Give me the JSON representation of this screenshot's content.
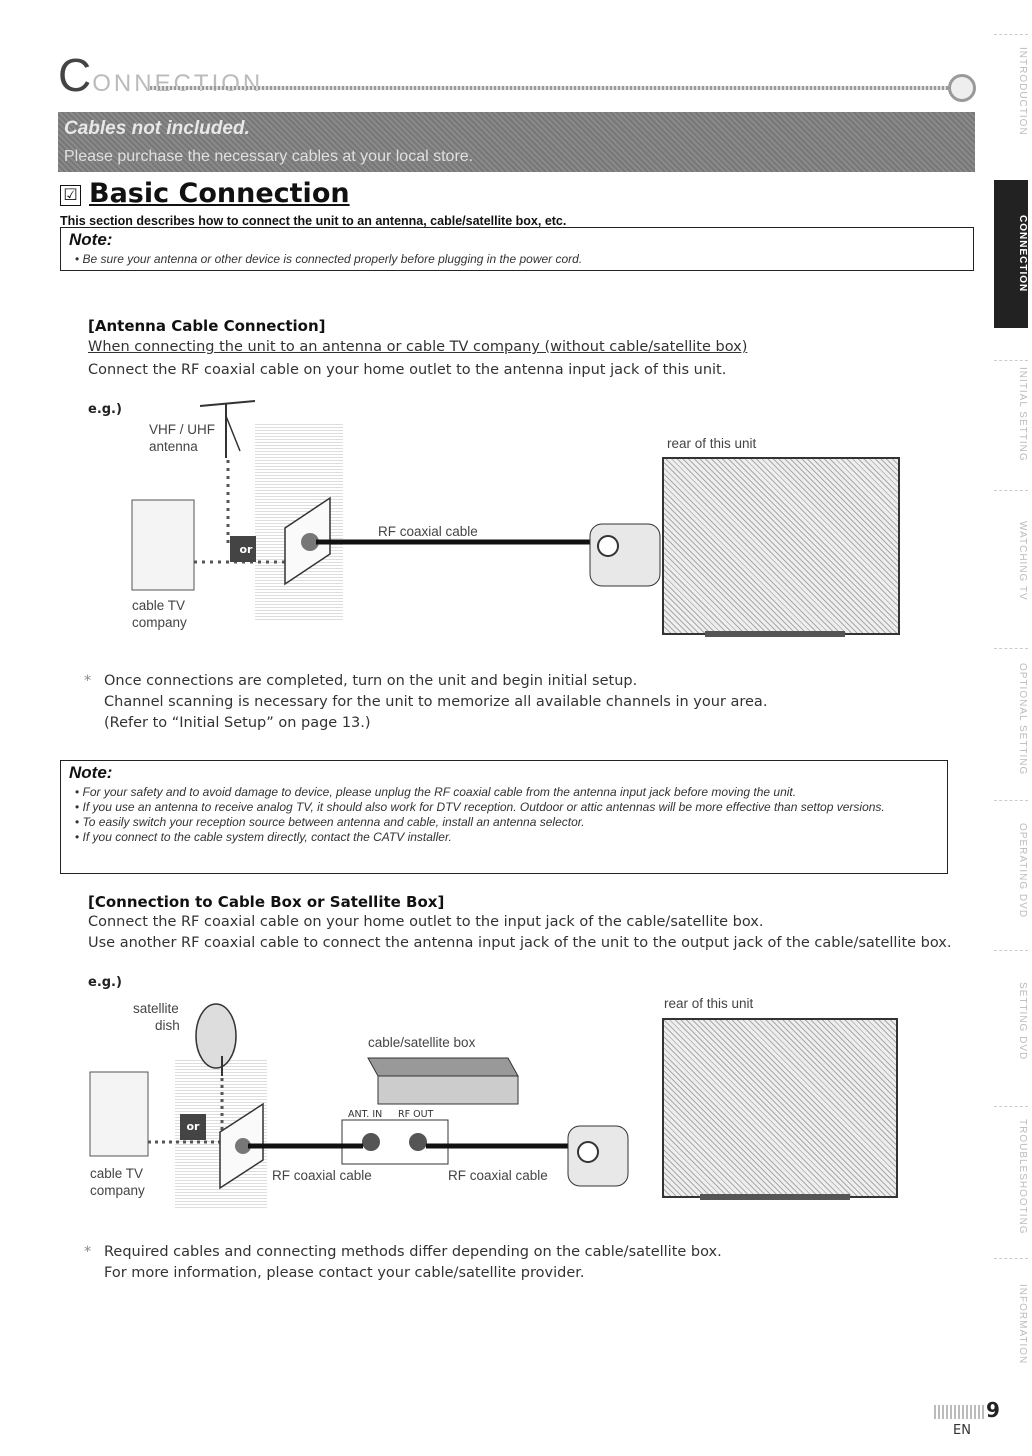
{
  "header": {
    "title_initial": "C",
    "title_rest": "ONNECTION"
  },
  "banner": {
    "line1": "Cables not included.",
    "line2": "Please purchase the necessary cables at your local store."
  },
  "section": {
    "check_glyph": "☑",
    "title": "Basic Connection",
    "description": "This section describes how to connect the unit to an antenna, cable/satellite box, etc."
  },
  "note1": {
    "title": "Note:",
    "items": [
      "Be sure your antenna or other device is connected properly before plugging in the power cord."
    ]
  },
  "antenna": {
    "heading": "[Antenna Cable Connection]",
    "subheading": "When connecting the unit to an antenna or cable TV company (without cable/satellite box)",
    "text": "Connect the RF coaxial cable on your home outlet to the antenna input jack of this unit.",
    "eg": "e.g.)",
    "labels": {
      "antenna_1": "VHF / UHF",
      "antenna_2": "antenna",
      "rear": "rear of this unit",
      "cable": "RF coaxial cable",
      "or": "or",
      "company_1": "cable TV",
      "company_2": "company"
    }
  },
  "after_antenna": {
    "asterisk": "*",
    "line1": "Once connections are completed, turn on the unit and begin initial setup.",
    "line2": "Channel scanning is necessary for the unit to memorize all available channels in your area.",
    "line3": "(Refer to “Initial Setup” on page 13.)"
  },
  "note2": {
    "title": "Note:",
    "items": [
      "For your safety and to avoid damage to device, please unplug the RF coaxial cable from the antenna input jack before moving the unit.",
      "If you use an antenna to receive analog TV, it should also work for DTV reception. Outdoor or attic antennas will be more effective than settop versions.",
      "To easily switch your reception source between antenna and cable, install an antenna selector.",
      "If you connect to the cable system directly, contact the CATV installer."
    ]
  },
  "cablebox": {
    "heading": "[Connection to Cable Box or Satellite Box]",
    "text1": "Connect the RF coaxial cable on your home outlet to the input jack of the cable/satellite box.",
    "text2": "Use another RF coaxial cable to connect the antenna input jack of the unit to the output jack of the cable/satellite box.",
    "eg": "e.g.)",
    "labels": {
      "dish_1": "satellite",
      "dish_2": "dish",
      "box": "cable/satellite box",
      "rear": "rear of this unit",
      "ant_in": "ANT. IN",
      "rf_out": "RF OUT",
      "cable_a": "RF coaxial cable",
      "cable_b": "RF coaxial cable",
      "or": "or",
      "company_1": "cable TV",
      "company_2": "company"
    }
  },
  "after_cablebox": {
    "asterisk": "*",
    "line1": "Required cables and connecting methods differ depending on the cable/satellite box.",
    "line2": "For more information, please contact your cable/satellite provider."
  },
  "side_tabs": [
    "INTRODUCTION",
    "CONNECTION",
    "INITIAL SETTING",
    "WATCHING TV",
    "OPTIONAL SETTING",
    "OPERATING DVD",
    "SETTING DVD",
    "TROUBLESHOOTING",
    "INFORMATION"
  ],
  "footer": {
    "page": "9",
    "lang": "EN"
  }
}
